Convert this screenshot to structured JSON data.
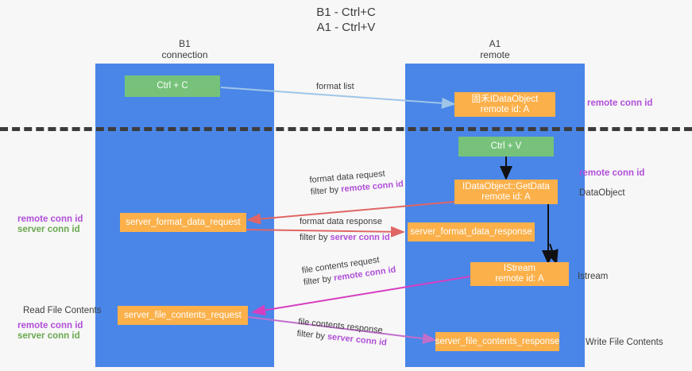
{
  "title": "B1 - Ctrl+C\nA1 - Ctrl+V",
  "lanes": [
    {
      "name": "b1",
      "header": "B1\nconnection"
    },
    {
      "name": "a1",
      "header": "A1\nremote"
    }
  ],
  "boxes": {
    "ctrl_c": "Ctrl + C",
    "idataobject_remote": "固⽲IDataObject\nremote id: A",
    "ctrl_v": "Ctrl + V",
    "getdata": "IDataObject::GetData\nremote id: A",
    "server_format_data_request": "server_format_data_request",
    "server_format_data_response": "server_format_data_response",
    "istream": "IStream\nremote id: A",
    "server_file_contents_request": "server_file_contents_request",
    "server_file_contents_response": "server_file_contents_response"
  },
  "annotations": {
    "format_list": "format list",
    "format_data_request": "format data request",
    "format_data_request_filter_prefix": "filter by ",
    "format_data_request_filter_key": "remote conn id",
    "format_data_response": "format data response",
    "format_data_response_filter_prefix": "filter by ",
    "format_data_response_filter_key": "server conn id",
    "file_contents_request": "file contents request",
    "file_contents_request_filter_prefix": "filter by ",
    "file_contents_request_filter_key": "remote conn id",
    "file_contents_response": "file contents response",
    "file_contents_response_filter_prefix": "filter by ",
    "file_contents_response_filter_key": "server conn id"
  },
  "side_labels": {
    "right_remote_conn_id_top": "remote conn id",
    "right_remote_conn_id_mid": "remote conn id",
    "right_dataobject": "DataObject",
    "right_istream": "Istream",
    "right_write_file_contents": "Write File Contents",
    "left_remote_conn_id_mid": "remote conn id",
    "left_server_conn_id_mid": "server conn id",
    "left_read_file_contents": "Read File Contents",
    "left_remote_conn_id_bottom": "remote conn id",
    "left_server_conn_id_bottom": "server conn id"
  },
  "colors": {
    "lane": "#4a86e8",
    "green_box": "#76c27a",
    "orange_box": "#fbb04a",
    "purple_key": "#b04fd8",
    "green_key": "#6aa84f",
    "arrow_format_list": "#9fc5e8",
    "arrow_format_data": "#e06666",
    "arrow_file_contents": "#c06ecb",
    "arrow_file_contents_request": "#d63ec0",
    "divider": "#3c3c3c",
    "background": "#f7f7f7"
  }
}
